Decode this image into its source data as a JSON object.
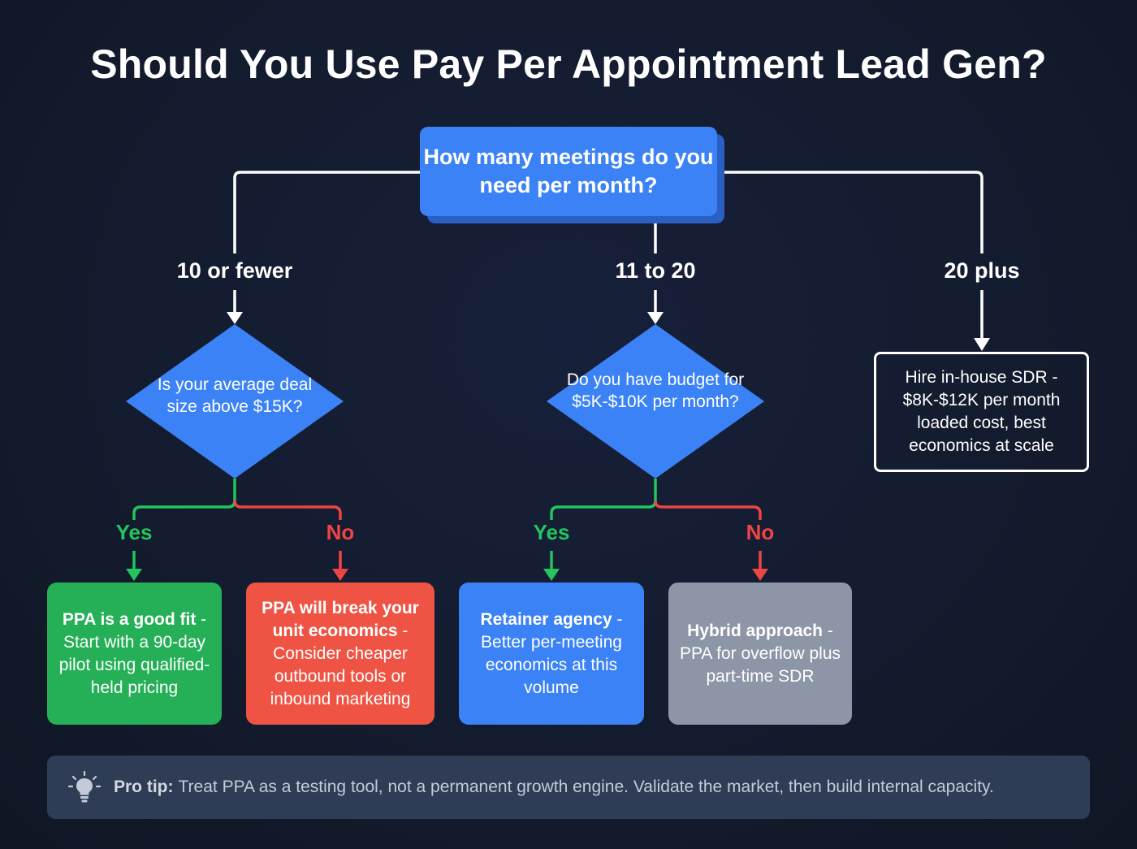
{
  "title": "Should You Use Pay Per Appointment Lead Gen?",
  "question": "How many meetings do you need per month?",
  "branches": {
    "left": "10 or fewer",
    "middle": "11 to 20",
    "right": "20 plus"
  },
  "diamonds": {
    "left": "Is your average deal size above $15K?",
    "middle": "Do you have budget for $5K-$10K per month?"
  },
  "answers": {
    "left_yes": "Yes",
    "left_no": "No",
    "middle_yes": "Yes",
    "middle_no": "No"
  },
  "outcomes": {
    "left_yes": {
      "bold": "PPA is a good fit",
      "rest": " - Start with a 90-day pilot using qualified-held pricing"
    },
    "left_no": {
      "bold": "PPA will break your unit economics",
      "rest": " - Consider cheaper outbound tools or inbound marketing"
    },
    "middle_yes": {
      "bold": "Retainer agency",
      "rest": " - Better per-meeting economics at this volume"
    },
    "middle_no": {
      "bold": "Hybrid approach",
      "rest": " - PPA for overflow plus part-time SDR"
    },
    "right": "Hire in-house SDR - $8K-$12K per month loaded cost, best economics at scale"
  },
  "tip": {
    "label": "Pro tip:",
    "text": "Treat PPA as a testing tool, not a permanent growth engine. Validate the market, then build internal capacity."
  },
  "colors": {
    "background": "#141c2e",
    "blue": "#3b82f6",
    "green": "#25b058",
    "red": "#ef5343",
    "gray": "#8d96a6"
  },
  "icons": {
    "tip": "lightbulb-icon"
  }
}
